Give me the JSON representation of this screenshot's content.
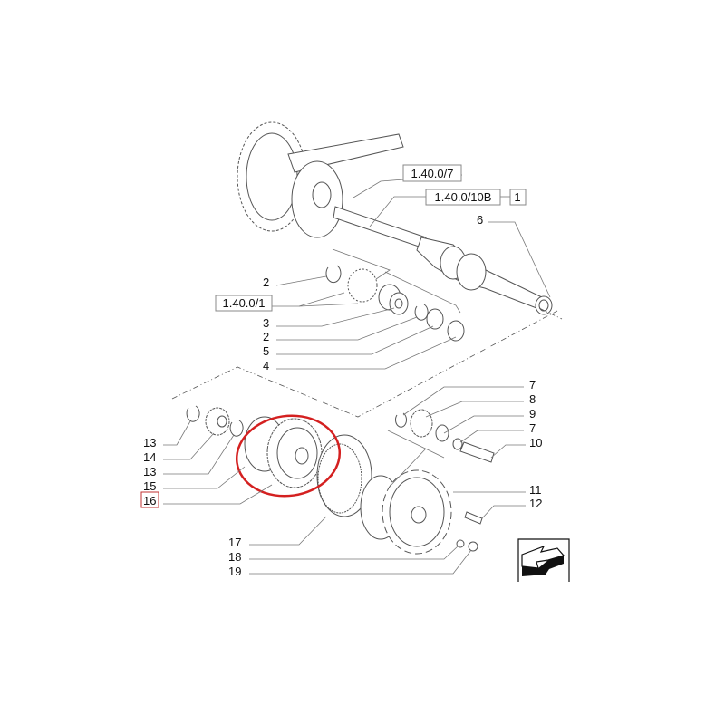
{
  "diagram": {
    "references": {
      "ref_top": "1.40.0/7",
      "ref_shaft": "1.40.0/10B",
      "ref_shaft_qty": "1",
      "ref_hub": "1.40.0/1"
    },
    "upper_callouts": {
      "c6": "6",
      "c2a": "2",
      "c3": "3",
      "c2b": "2",
      "c5": "5",
      "c4": "4"
    },
    "lower_left_callouts": {
      "c13a": "13",
      "c14": "14",
      "c13b": "13",
      "c15": "15",
      "c16": "16"
    },
    "right_callouts": {
      "c7a": "7",
      "c8": "8",
      "c9": "9",
      "c7b": "7",
      "c10": "10",
      "c11": "11",
      "c12": "12"
    },
    "bottom_callouts": {
      "c17": "17",
      "c18": "18",
      "c19": "19"
    },
    "highlight": {
      "part": "16",
      "color": "#d42020"
    },
    "nav_icon": "arrow-back-left-icon"
  }
}
